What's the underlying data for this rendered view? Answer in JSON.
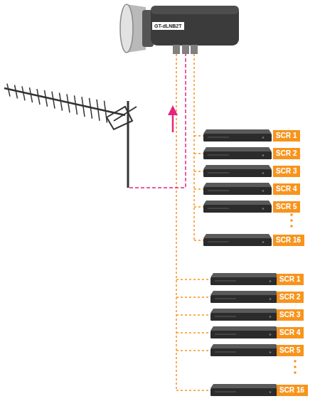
{
  "diagram": {
    "nodes": [
      {
        "text": [
          "SCR 1"
        ]
      },
      {
        "text": [
          "SCR 2"
        ]
      },
      {
        "text": [
          "SCR 3"
        ]
      },
      {
        "text": [
          "SCR 4"
        ]
      },
      {
        "text": [
          "SCR 5"
        ]
      },
      {
        "text": [
          "SCR 16"
        ]
      },
      {
        "text": [
          "SCR 1"
        ]
      },
      {
        "text": [
          "SCR 2"
        ]
      },
      {
        "text": [
          "SCR 3"
        ]
      },
      {
        "text": [
          "SCR 4"
        ]
      },
      {
        "text": [
          "SCR 5"
        ]
      },
      {
        "text": [
          "SCR 16"
        ]
      }
    ],
    "labels": [
      "GT-dLNB2T"
    ]
  }
}
